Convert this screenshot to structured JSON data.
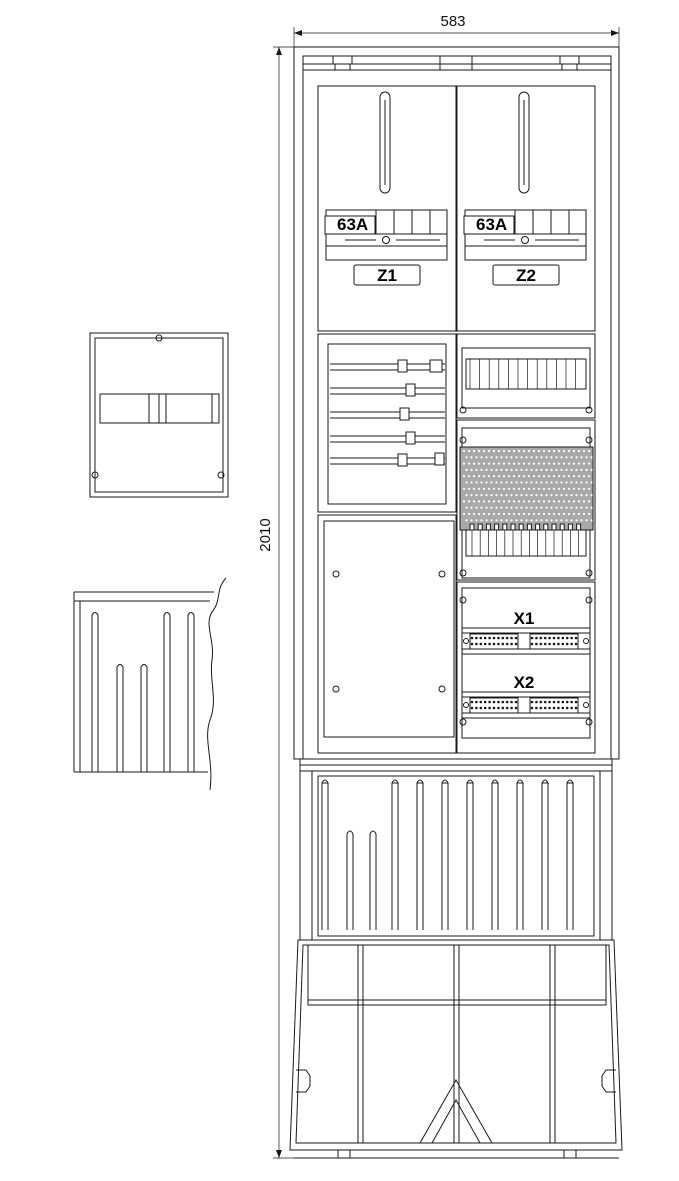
{
  "dimensions": {
    "width_label": "583",
    "height_label": "2010"
  },
  "meters": [
    {
      "rating": "63A",
      "name": "Z1"
    },
    {
      "rating": "63A",
      "name": "Z2"
    }
  ],
  "connectors": [
    {
      "name": "X1"
    },
    {
      "name": "X2"
    }
  ],
  "colors": {
    "line": "#1a1a1a",
    "perforated_plate": "#a9a9a9"
  }
}
